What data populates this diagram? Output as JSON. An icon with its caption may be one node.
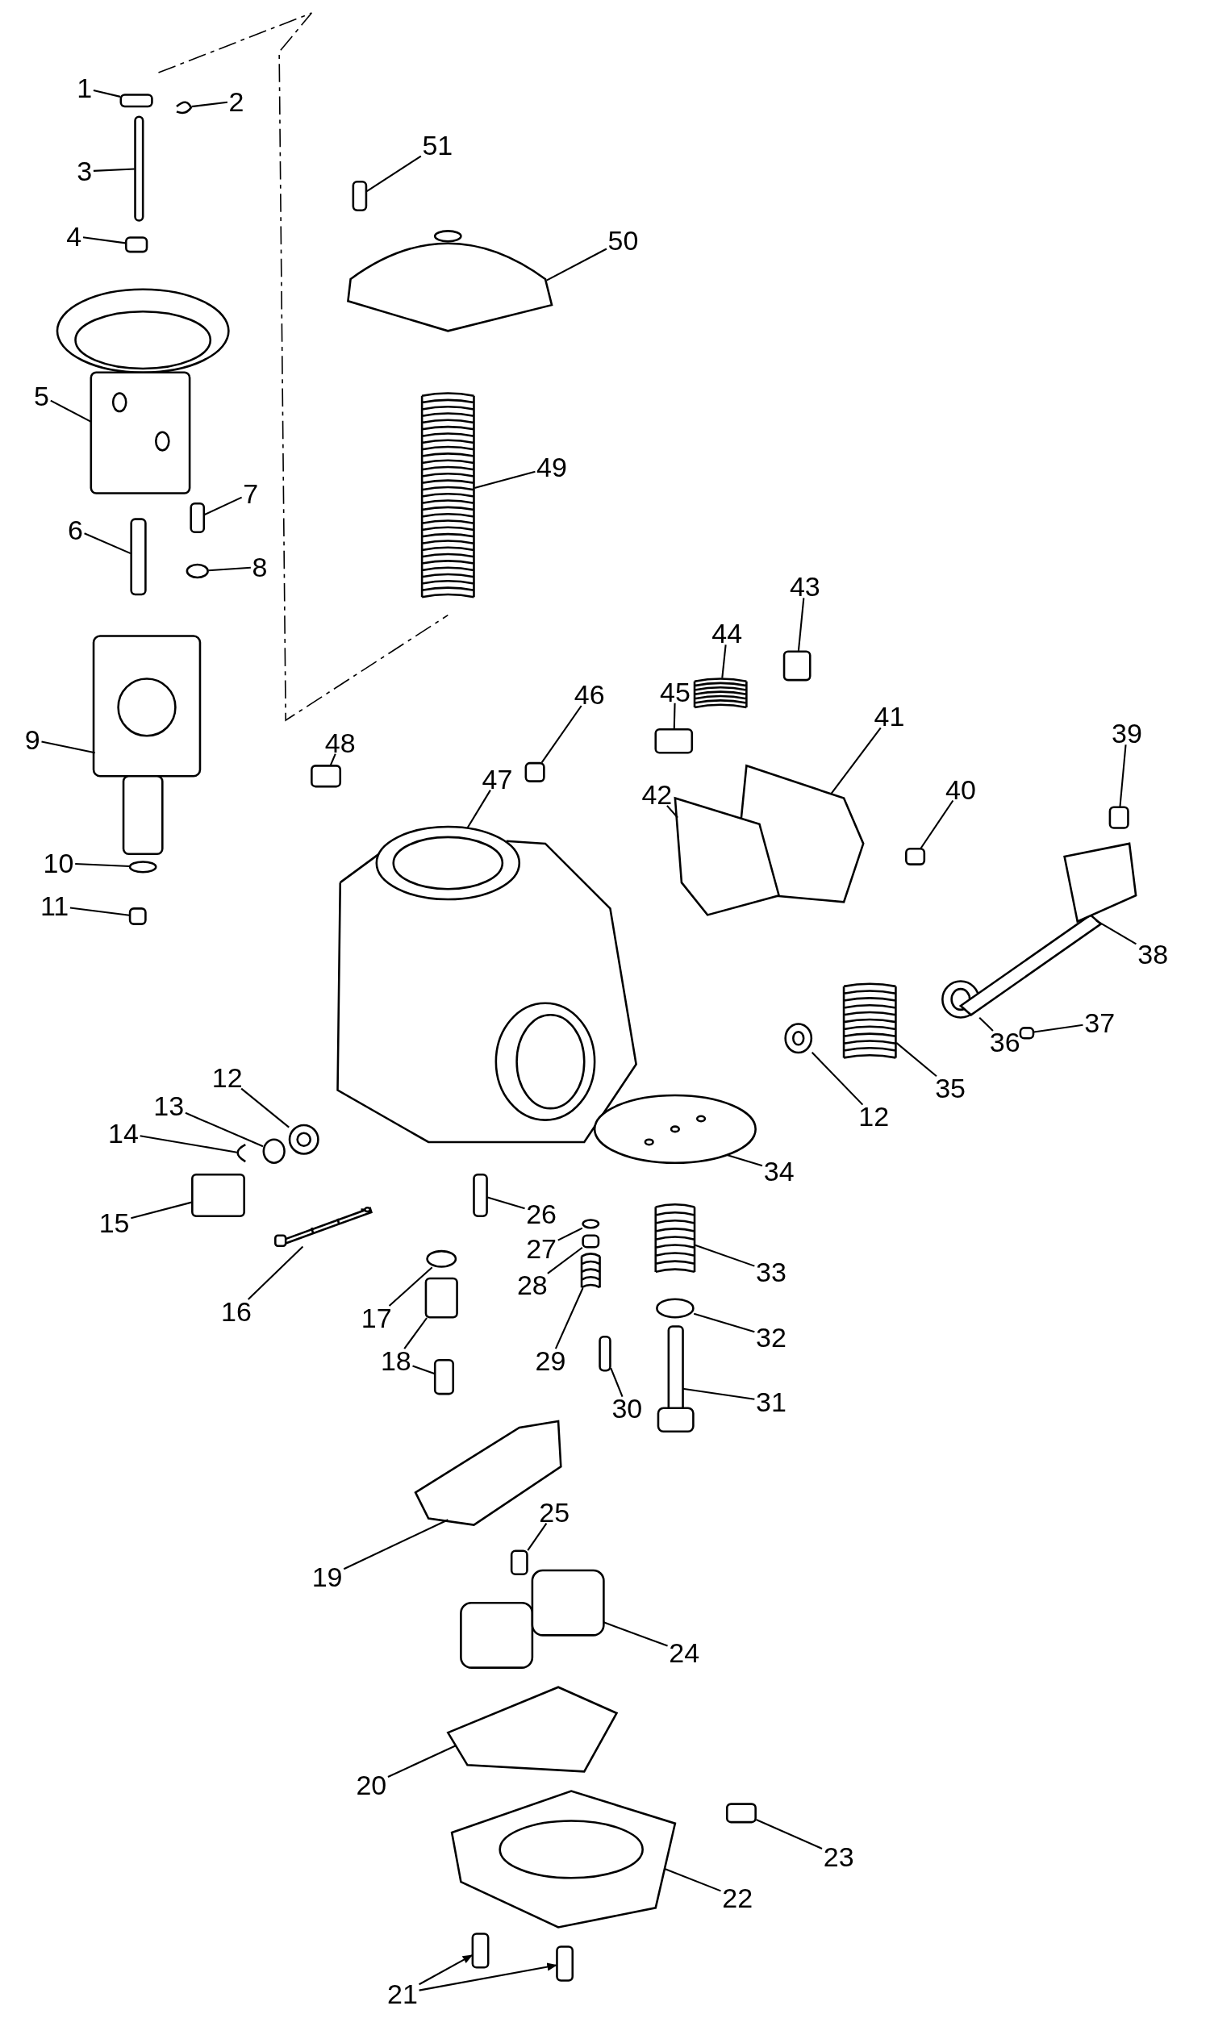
{
  "diagram": {
    "nodes": [
      {
        "text": [
          "1"
        ]
      },
      {
        "text": [
          "2"
        ]
      },
      {
        "text": [
          "3"
        ]
      },
      {
        "text": [
          "4"
        ]
      },
      {
        "text": [
          "5"
        ]
      },
      {
        "text": [
          "6"
        ]
      },
      {
        "text": [
          "7"
        ]
      },
      {
        "text": [
          "8"
        ]
      },
      {
        "text": [
          "9"
        ]
      },
      {
        "text": [
          "10"
        ]
      },
      {
        "text": [
          "11"
        ]
      },
      {
        "text": [
          "12"
        ]
      },
      {
        "text": [
          "12"
        ]
      },
      {
        "text": [
          "13"
        ]
      },
      {
        "text": [
          "14"
        ]
      },
      {
        "text": [
          "15"
        ]
      },
      {
        "text": [
          "16"
        ]
      },
      {
        "text": [
          "17"
        ]
      },
      {
        "text": [
          "18"
        ]
      },
      {
        "text": [
          "19"
        ]
      },
      {
        "text": [
          "20"
        ]
      },
      {
        "text": [
          "21"
        ]
      },
      {
        "text": [
          "22"
        ]
      },
      {
        "text": [
          "23"
        ]
      },
      {
        "text": [
          "24"
        ]
      },
      {
        "text": [
          "25"
        ]
      },
      {
        "text": [
          "26"
        ]
      },
      {
        "text": [
          "27"
        ]
      },
      {
        "text": [
          "28"
        ]
      },
      {
        "text": [
          "29"
        ]
      },
      {
        "text": [
          "30"
        ]
      },
      {
        "text": [
          "31"
        ]
      },
      {
        "text": [
          "32"
        ]
      },
      {
        "text": [
          "33"
        ]
      },
      {
        "text": [
          "34"
        ]
      },
      {
        "text": [
          "35"
        ]
      },
      {
        "text": [
          "36"
        ]
      },
      {
        "text": [
          "37"
        ]
      },
      {
        "text": [
          "38"
        ]
      },
      {
        "text": [
          "39"
        ]
      },
      {
        "text": [
          "40"
        ]
      },
      {
        "text": [
          "41"
        ]
      },
      {
        "text": [
          "42"
        ]
      },
      {
        "text": [
          "43"
        ]
      },
      {
        "text": [
          "44"
        ]
      },
      {
        "text": [
          "45"
        ]
      },
      {
        "text": [
          "46"
        ]
      },
      {
        "text": [
          "47"
        ]
      },
      {
        "text": [
          "48"
        ]
      },
      {
        "text": [
          "49"
        ]
      },
      {
        "text": [
          "50"
        ]
      },
      {
        "text": [
          "51"
        ]
      },
      {
        "text": [],
        "shape": "box"
      },
      {
        "text": [],
        "shape": "picture"
      },
      {
        "text": [],
        "shape": "box"
      },
      {
        "text": [],
        "shape": "box"
      },
      {
        "text": [],
        "shape": "picture"
      },
      {
        "text": [],
        "shape": "box"
      },
      {
        "text": [],
        "shape": "box"
      },
      {
        "text": [],
        "shape": "circle"
      },
      {
        "text": [],
        "shape": "picture"
      },
      {
        "text": [],
        "shape": "circle"
      },
      {
        "text": [],
        "shape": "box"
      },
      {
        "text": [],
        "shape": "picture"
      },
      {
        "text": [],
        "shape": "picture"
      },
      {
        "text": [],
        "shape": "circle"
      },
      {
        "text": [],
        "shape": "picture"
      },
      {
        "text": [],
        "shape": "box"
      },
      {
        "text": [],
        "shape": "picture"
      },
      {
        "text": [],
        "shape": "circle"
      },
      {
        "text": [],
        "shape": "box"
      },
      {
        "text": [],
        "shape": "box"
      },
      {
        "text": [],
        "shape": "picture"
      },
      {
        "text": [],
        "shape": "picture"
      },
      {
        "text": [],
        "shape": "box"
      },
      {
        "text": [],
        "shape": "box"
      },
      {
        "text": [],
        "shape": "picture"
      },
      {
        "text": [],
        "shape": "box"
      },
      {
        "text": [],
        "shape": "picture"
      },
      {
        "text": [],
        "shape": "box"
      },
      {
        "text": [],
        "shape": "box"
      },
      {
        "text": [],
        "shape": "circle"
      },
      {
        "text": [],
        "shape": "box"
      },
      {
        "text": [],
        "shape": "picture"
      },
      {
        "text": [],
        "shape": "box"
      },
      {
        "text": [],
        "shape": "picture"
      },
      {
        "text": [],
        "shape": "circle"
      },
      {
        "text": [],
        "shape": "picture"
      },
      {
        "text": [],
        "shape": "picture"
      },
      {
        "text": [],
        "shape": "picture"
      },
      {
        "text": [],
        "shape": "picture"
      },
      {
        "text": [],
        "shape": "box"
      },
      {
        "text": [],
        "shape": "picture"
      },
      {
        "text": [],
        "shape": "box"
      },
      {
        "text": [],
        "shape": "box"
      },
      {
        "text": [],
        "shape": "picture"
      },
      {
        "text": [],
        "shape": "picture"
      },
      {
        "text": [],
        "shape": "box"
      },
      {
        "text": [],
        "shape": "picture"
      },
      {
        "text": [],
        "shape": "box"
      },
      {
        "text": [],
        "shape": "box"
      },
      {
        "text": [],
        "shape": "picture"
      },
      {
        "text": [],
        "shape": "box"
      },
      {
        "text": [],
        "shape": "picture"
      },
      {
        "text": [],
        "shape": "picture"
      },
      {
        "text": [],
        "shape": "box"
      }
    ],
    "edges": [
      {
        "from": 0,
        "to": 52,
        "arrow": "none"
      },
      {
        "from": 1,
        "to": 53,
        "arrow": "none"
      },
      {
        "from": 2,
        "to": 54,
        "arrow": "none"
      },
      {
        "from": 3,
        "to": 55,
        "arrow": "none"
      },
      {
        "from": 4,
        "to": 56,
        "arrow": "none"
      },
      {
        "from": 5,
        "to": 57,
        "arrow": "none"
      },
      {
        "from": 6,
        "to": 58,
        "arrow": "none"
      },
      {
        "from": 7,
        "to": 59,
        "arrow": "none"
      },
      {
        "from": 8,
        "to": 60,
        "arrow": "none"
      },
      {
        "from": 9,
        "to": 61,
        "arrow": "none"
      },
      {
        "from": 10,
        "to": 62,
        "arrow": "none"
      },
      {
        "from": 11,
        "to": 63,
        "arrow": "none"
      },
      {
        "from": 12,
        "to": 64,
        "arrow": "none"
      },
      {
        "from": 13,
        "to": 65,
        "arrow": "none"
      },
      {
        "from": 14,
        "to": 66,
        "arrow": "none"
      },
      {
        "from": 15,
        "to": 67,
        "arrow": "none"
      },
      {
        "from": 16,
        "to": 68,
        "arrow": "none"
      },
      {
        "from": 17,
        "to": 69,
        "arrow": "none"
      },
      {
        "from": 18,
        "to": 70,
        "arrow": "none"
      },
      {
        "from": 18,
        "to": 71,
        "arrow": "none"
      },
      {
        "from": 19,
        "to": 72,
        "arrow": "none"
      },
      {
        "from": 20,
        "to": 73,
        "arrow": "none"
      },
      {
        "from": 21,
        "to": 74,
        "arrow": "to"
      },
      {
        "from": 21,
        "to": 75,
        "arrow": "to"
      },
      {
        "from": 22,
        "to": 76,
        "arrow": "none"
      },
      {
        "from": 23,
        "to": 77,
        "arrow": "none"
      },
      {
        "from": 24,
        "to": 78,
        "arrow": "none"
      },
      {
        "from": 25,
        "to": 79,
        "arrow": "none"
      },
      {
        "from": 26,
        "to": 80,
        "arrow": "none"
      },
      {
        "from": 27,
        "to": 81,
        "arrow": "none"
      },
      {
        "from": 28,
        "to": 82,
        "arrow": "none"
      },
      {
        "from": 29,
        "to": 83,
        "arrow": "none"
      },
      {
        "from": 30,
        "to": 84,
        "arrow": "none"
      },
      {
        "from": 31,
        "to": 85,
        "arrow": "none"
      },
      {
        "from": 32,
        "to": 86,
        "arrow": "none"
      },
      {
        "from": 33,
        "to": 87,
        "arrow": "none"
      },
      {
        "from": 34,
        "to": 88,
        "arrow": "none"
      },
      {
        "from": 35,
        "to": 89,
        "arrow": "none"
      },
      {
        "from": 36,
        "to": 90,
        "arrow": "none"
      },
      {
        "from": 37,
        "to": 91,
        "arrow": "none"
      },
      {
        "from": 38,
        "to": 92,
        "arrow": "none"
      },
      {
        "from": 39,
        "to": 93,
        "arrow": "none"
      },
      {
        "from": 40,
        "to": 94,
        "arrow": "none"
      },
      {
        "from": 41,
        "to": 95,
        "arrow": "none"
      },
      {
        "from": 42,
        "to": 96,
        "arrow": "none"
      },
      {
        "from": 43,
        "to": 97,
        "arrow": "none"
      },
      {
        "from": 44,
        "to": 98,
        "arrow": "none"
      },
      {
        "from": 45,
        "to": 99,
        "arrow": "none"
      },
      {
        "from": 46,
        "to": 100,
        "arrow": "none"
      },
      {
        "from": 47,
        "to": 101,
        "arrow": "none"
      },
      {
        "from": 48,
        "to": 102,
        "arrow": "none"
      },
      {
        "from": 49,
        "to": 103,
        "arrow": "none"
      },
      {
        "from": 50,
        "to": 104,
        "arrow": "none"
      },
      {
        "from": 51,
        "to": 105,
        "arrow": "none"
      }
    ]
  }
}
